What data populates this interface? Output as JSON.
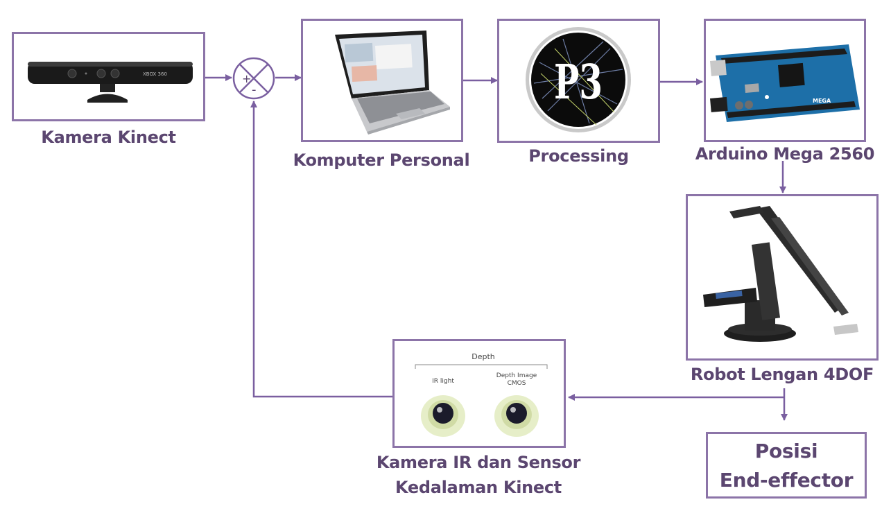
{
  "blocks": {
    "kinect": {
      "label": "Kamera Kinect",
      "device_text": "XBOX 360"
    },
    "pc": {
      "label": "Komputer Personal"
    },
    "processing": {
      "label": "Processing",
      "logo_text": "P3"
    },
    "arduino": {
      "label": "Arduino Mega 2560",
      "board_text": "MEGA"
    },
    "robot": {
      "label": "Robot Lengan 4DOF"
    },
    "depth_sensor": {
      "label_line1": "Kamera IR dan Sensor",
      "label_line2": "Kedalaman Kinect",
      "depth_title": "Depth",
      "ir_light": "IR light",
      "depth_cmos_line1": "Depth Image",
      "depth_cmos_line2": "CMOS"
    },
    "output": {
      "line1": "Posisi",
      "line2": "End-effector"
    }
  },
  "summing_junction": {
    "plus": "+",
    "minus": "-"
  },
  "colors": {
    "border": "#8c74a8",
    "arrow": "#7a5fa0",
    "label": "#5b4670"
  }
}
